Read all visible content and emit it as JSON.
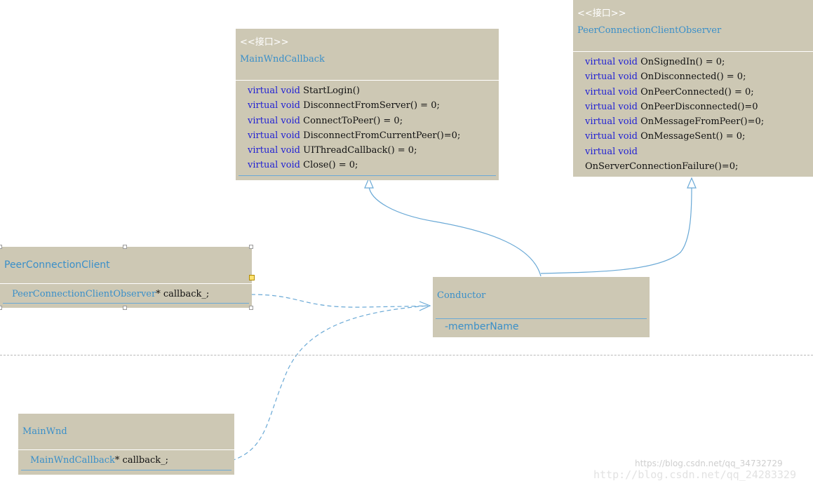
{
  "main_wnd_callback": {
    "stereotype": "<<接口>>",
    "name": "MainWndCallback",
    "methods": [
      {
        "kw": "virtual void",
        "sig": " StartLogin()"
      },
      {
        "kw": "virtual void",
        "sig": " DisconnectFromServer() = 0;"
      },
      {
        "kw": "virtual void",
        "sig": " ConnectToPeer() = 0;"
      },
      {
        "kw": "virtual void",
        "sig": " DisconnectFromCurrentPeer()=0;"
      },
      {
        "kw": "virtual void",
        "sig": " UIThreadCallback() = 0;"
      },
      {
        "kw": "virtual void",
        "sig": " Close() = 0;"
      }
    ]
  },
  "observer": {
    "stereotype": "<<接口>>",
    "name": "PeerConnectionClientObserver",
    "methods": [
      {
        "kw": "virtual void",
        "sig": " OnSignedIn() = 0;"
      },
      {
        "kw": "virtual void",
        "sig": " OnDisconnected() = 0;"
      },
      {
        "kw": "virtual void",
        "sig": " OnPeerConnected() = 0;"
      },
      {
        "kw": "virtual void",
        "sig": " OnPeerDisconnected()=0"
      },
      {
        "kw": "virtual void",
        "sig": " OnMessageFromPeer()=0;"
      },
      {
        "kw": "virtual void",
        "sig": " OnMessageSent() = 0;"
      },
      {
        "kw": "virtual void",
        "sig": ""
      },
      {
        "kw": "",
        "sig": "OnServerConnectionFailure()=0;"
      }
    ]
  },
  "peer_connection_client": {
    "name": "PeerConnectionClient",
    "member_type": "PeerConnectionClientObserver",
    "member_rest": "* callback_;"
  },
  "conductor": {
    "name": "Conductor",
    "member": "-memberName"
  },
  "main_wnd": {
    "name": "MainWnd",
    "member_type": "MainWndCallback",
    "member_rest": "* callback_;"
  },
  "watermark": {
    "line1": "https://blog.csdn.net/qq_34732729",
    "line2": "http://blog.csdn.net/qq_24283329"
  },
  "colors": {
    "box_fill": "#cdc8b4",
    "type_blue": "#3a8fc9",
    "keyword_blue": "#1f1fd4",
    "connector": "#6aa9d6"
  }
}
